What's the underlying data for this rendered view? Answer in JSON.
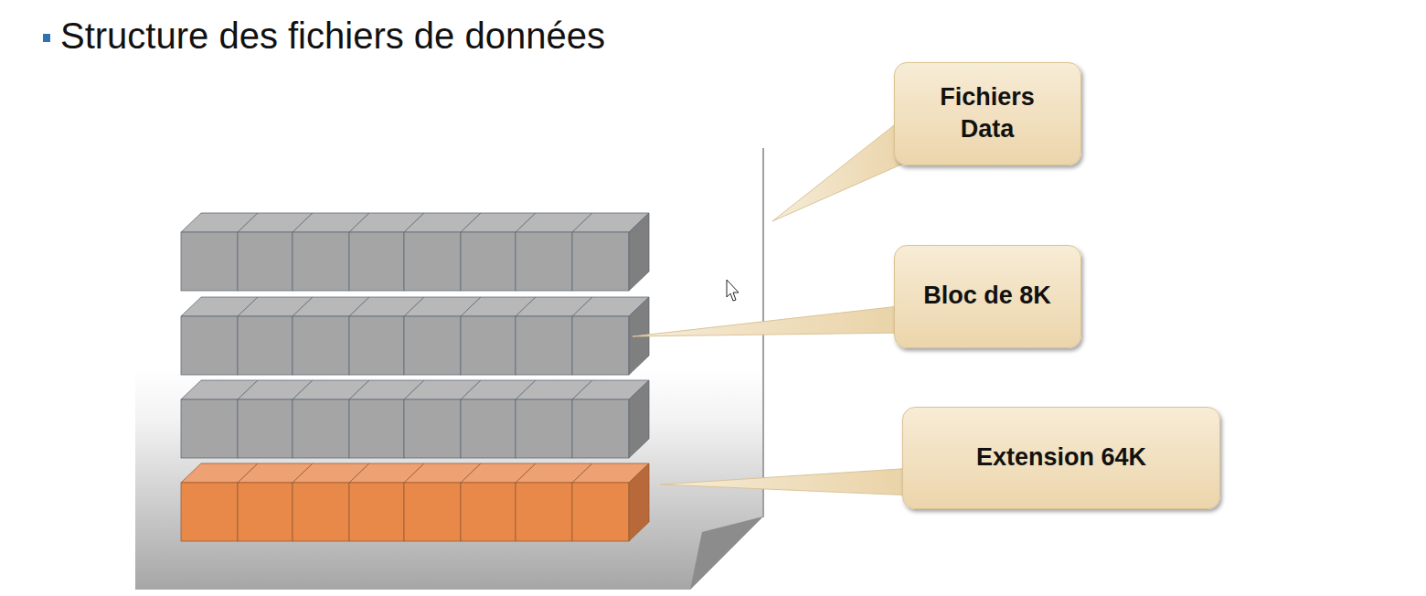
{
  "diagram": {
    "title": "Structure des fichiers de données",
    "nodes": [
      {
        "text": [
          "Fichiers Data"
        ]
      },
      {
        "text": [
          "Bloc de 8K"
        ]
      },
      {
        "text": [
          "Extension 64K"
        ]
      }
    ]
  }
}
